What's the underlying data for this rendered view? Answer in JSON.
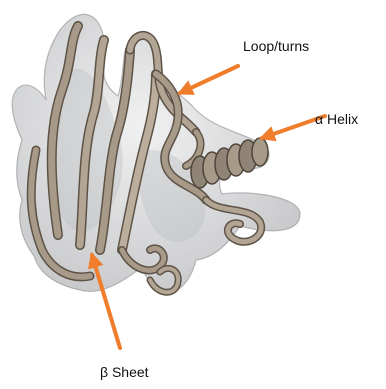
{
  "labels": {
    "loop_turns": "Loop/turns",
    "alpha_helix": "α  Helix",
    "beta_sheet": "β Sheet"
  },
  "colors": {
    "arrow": "#ef7d2c",
    "surface": "#c9cbcd",
    "ribbon": "#a89a88",
    "ribbon_edge": "#5d5347"
  }
}
